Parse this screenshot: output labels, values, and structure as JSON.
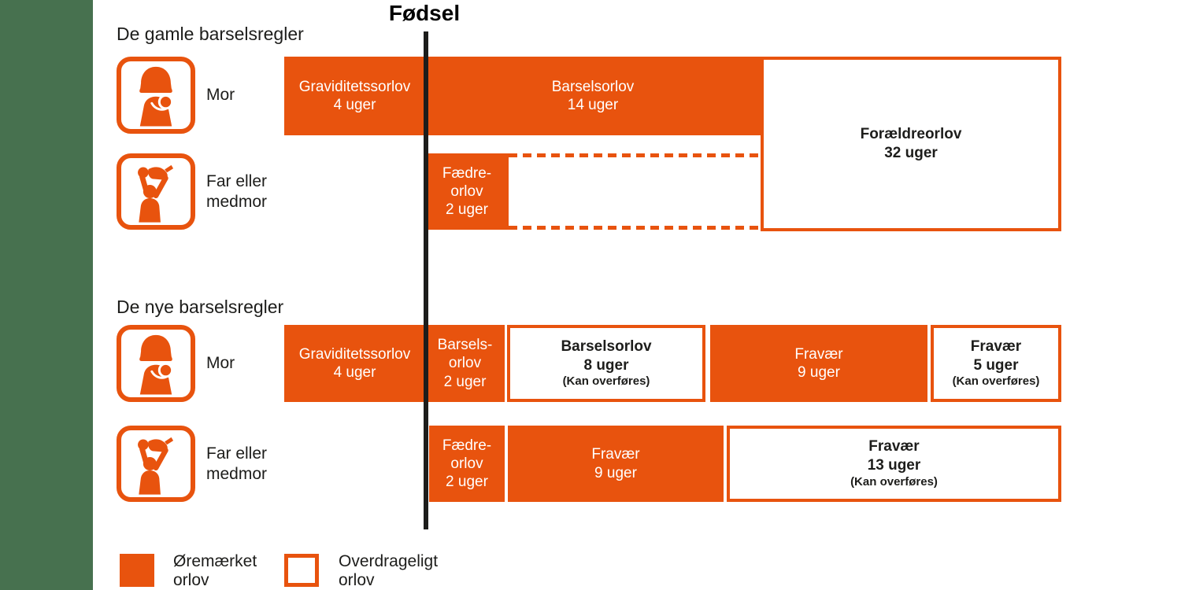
{
  "birth_marker": {
    "label": "Fødsel"
  },
  "colors": {
    "orange": "#E8530E",
    "green": "#47714F",
    "ink": "#1D1D1B"
  },
  "old": {
    "heading": "De gamle barselsregler",
    "mor": {
      "label": "Mor",
      "graviditetsorlov": "Graviditetssorlov\n4 uger",
      "barselsorlov": "Barselsorlov\n14 uger"
    },
    "foraeldreorlov": {
      "title": "Forældreorlov",
      "amount": "32 uger"
    },
    "far": {
      "label": "Far eller\nmedmor",
      "faedreorlov": "Fædre-\norlov\n2 uger"
    }
  },
  "new": {
    "heading": "De nye barselsregler",
    "mor": {
      "label": "Mor",
      "graviditetsorlov": "Graviditetssorlov\n4 uger",
      "barselsorlov_own": "Barsels-\norlov\n2 uger",
      "barselsorlov_transfer": {
        "title": "Barselsorlov",
        "amount": "8 uger",
        "note": "(Kan overføres)"
      },
      "fravaer_own": "Fravær\n9 uger",
      "fravaer_transfer": {
        "title": "Fravær",
        "amount": "5 uger",
        "note": "(Kan overføres)"
      }
    },
    "far": {
      "label": "Far eller\nmedmor",
      "faedreorlov": "Fædre-\norlov\n2 uger",
      "fravaer_own": "Fravær\n9 uger",
      "fravaer_transfer": {
        "title": "Fravær",
        "amount": "13 uger",
        "note": "(Kan overføres)"
      }
    }
  },
  "legend": {
    "earmarked": "Øremærket\norlov",
    "transferable": "Overdrageligt\norlov"
  }
}
